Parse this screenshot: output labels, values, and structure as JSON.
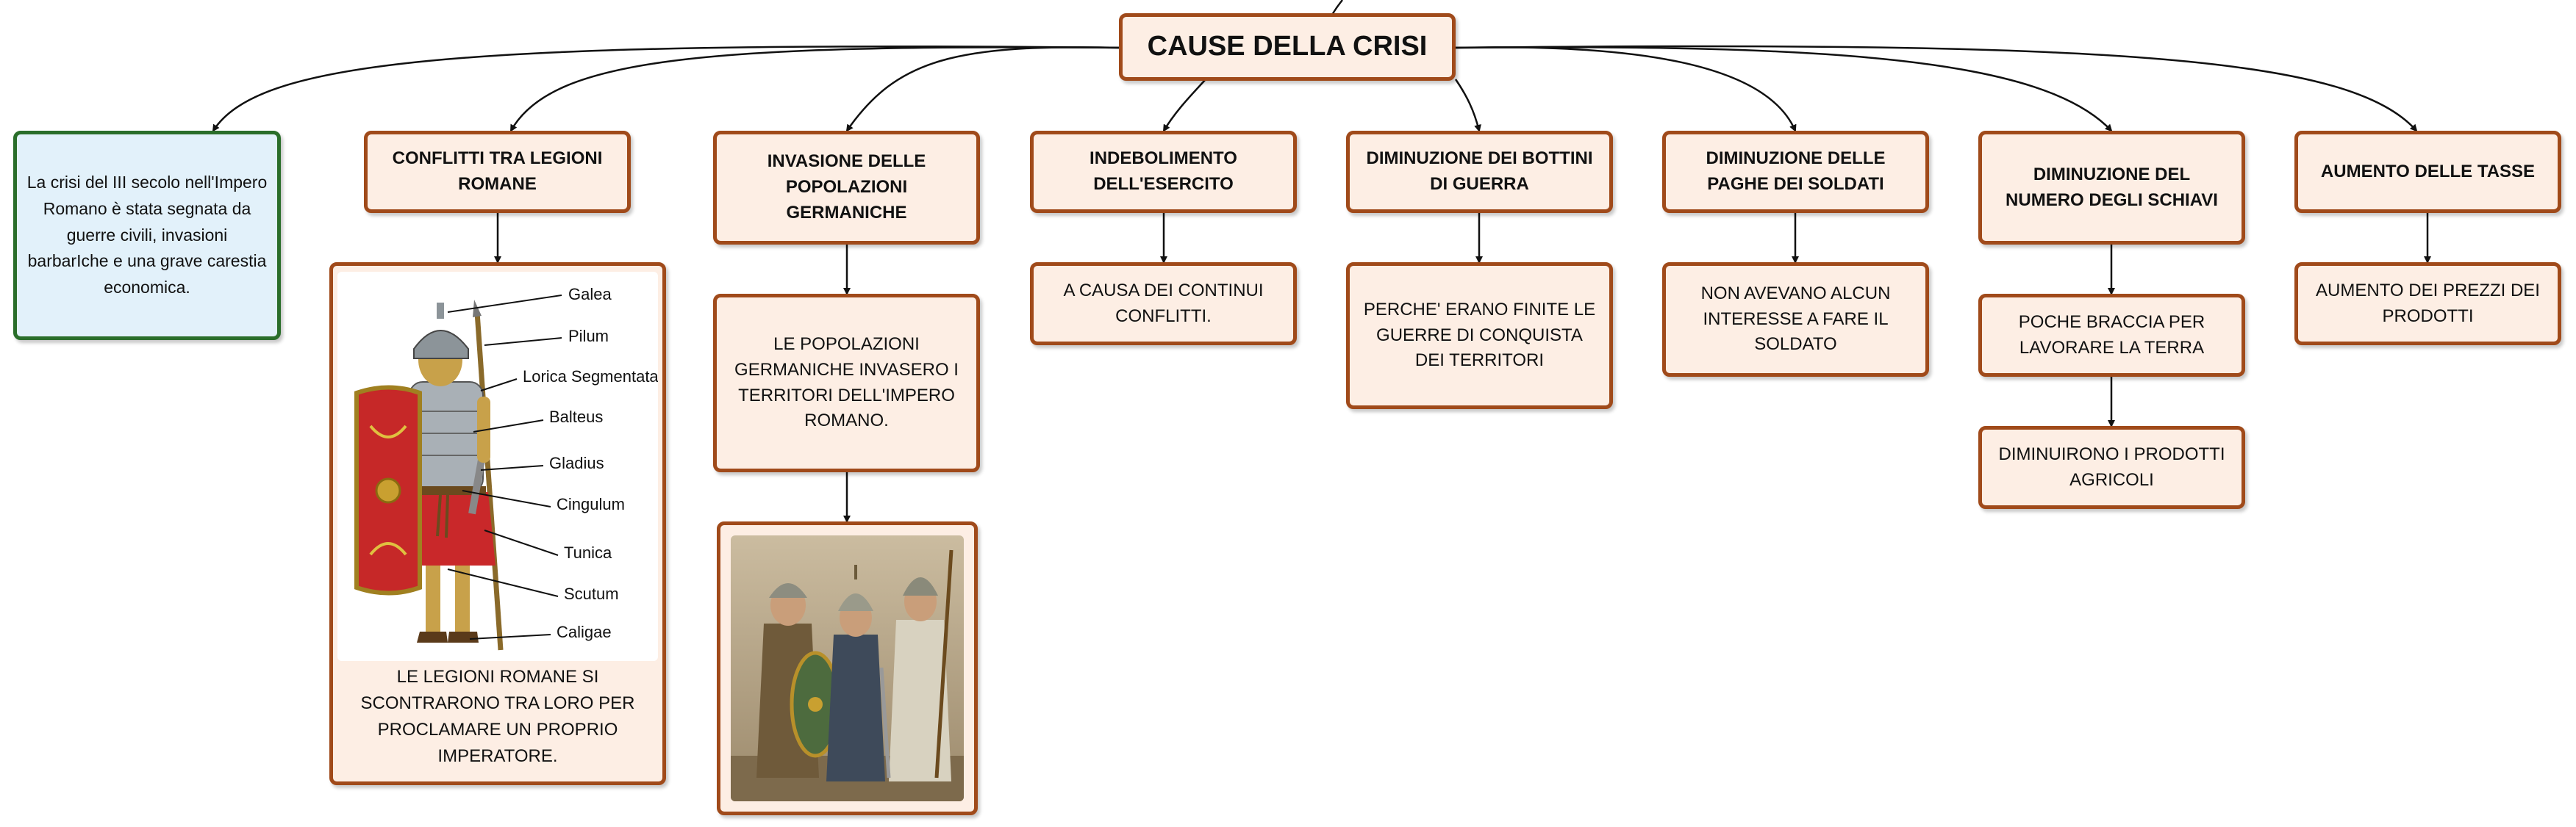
{
  "title": "CAUSE DELLA CRISI",
  "intro": "La crisi del III secolo nell'Impero Romano è stata segnata da guerre civili, invasioni barbarIche e una grave carestia economica.",
  "branches": [
    {
      "heading": "CONFLITTI TRA LEGIONI ROMANE",
      "details": [
        "LE LEGIONI ROMANE SI SCONTRARONO TRA LORO PER PROCLAMARE UN PROPRIO IMPERATORE."
      ]
    },
    {
      "heading": "INVASIONE DELLE POPOLAZIONI GERMANICHE",
      "details": [
        "LE POPOLAZIONI GERMANICHE INVASERO I TERRITORI DELL'IMPERO ROMANO."
      ]
    },
    {
      "heading": "INDEBOLIMENTO DELL'ESERCITO",
      "details": [
        "A CAUSA DEI CONTINUI CONFLITTI."
      ]
    },
    {
      "heading": "DIMINUZIONE DEI BOTTINI DI GUERRA",
      "details": [
        "PERCHE' ERANO FINITE LE GUERRE DI CONQUISTA DEI TERRITORI"
      ]
    },
    {
      "heading": "DIMINUZIONE DELLE PAGHE DEI SOLDATI",
      "details": [
        "NON AVEVANO ALCUN INTERESSE A FARE IL SOLDATO"
      ]
    },
    {
      "heading": "DIMINUZIONE DEL NUMERO DEGLI SCHIAVI",
      "details": [
        "POCHE BRACCIA PER LAVORARE LA TERRA",
        "DIMINUIRONO I PRODOTTI AGRICOLI"
      ]
    },
    {
      "heading": "AUMENTO DELLE TASSE",
      "details": [
        "AUMENTO DEI PREZZI DEI PRODOTTI"
      ]
    }
  ],
  "legionary_labels": [
    "Galea",
    "Pilum",
    "Lorica Segmentata",
    "Balteus",
    "Gladius",
    "Cingulum",
    "Tunica",
    "Scutum",
    "Caligae"
  ],
  "colors": {
    "node_fill": "#fdeee4",
    "node_border": "#a04a1a",
    "intro_fill": "#e2f1fa",
    "intro_border": "#2a6e2a",
    "connector": "#111111"
  }
}
